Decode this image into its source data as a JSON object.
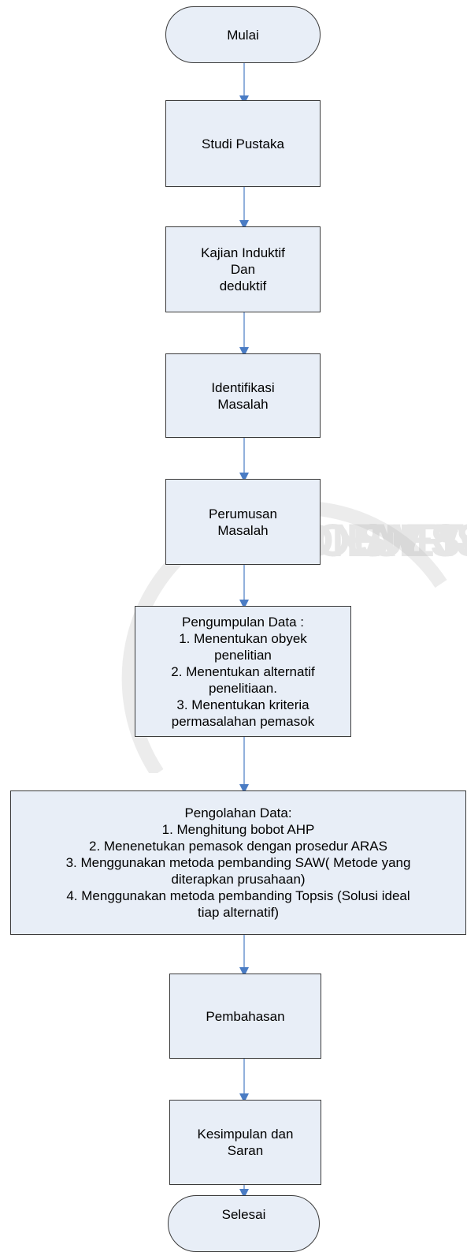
{
  "flowchart": {
    "colors": {
      "node_fill": "#e8eef7",
      "node_border": "#3a3a3a",
      "arrow": "#4a7cc4"
    },
    "steps": [
      {
        "label": "Mulai"
      },
      {
        "label": "Studi Pustaka"
      },
      {
        "label": "Kajian Induktif\nDan\n deduktif"
      },
      {
        "label": "Identifikasi\nMasalah"
      },
      {
        "label": "Perumusan\nMasalah"
      },
      {
        "label": "Pengumpulan Data :\n1. Menentukan obyek\n penelitian\n2. Menentukan alternatif\n penelitiaan.\n3. Menentukan kriteria\n permasalahan pemasok"
      },
      {
        "label": "Pengolahan Data:\n1. Menghitung bobot AHP\n2. Menenetukan pemasok dengan prosedur ARAS\n3. Menggunakan metoda pembanding SAW( Metode yang\n diterapkan prusahaan)\n4. Menggunakan metoda pembanding  Topsis (Solusi ideal\n tiap alternatif)"
      },
      {
        "label": "Pembahasan"
      },
      {
        "label": "Kesimpulan dan\nSaran"
      },
      {
        "label": "Selesai"
      }
    ]
  },
  "watermark": {
    "text": "ISLAM INDONESIA UNIVERSITAS"
  }
}
